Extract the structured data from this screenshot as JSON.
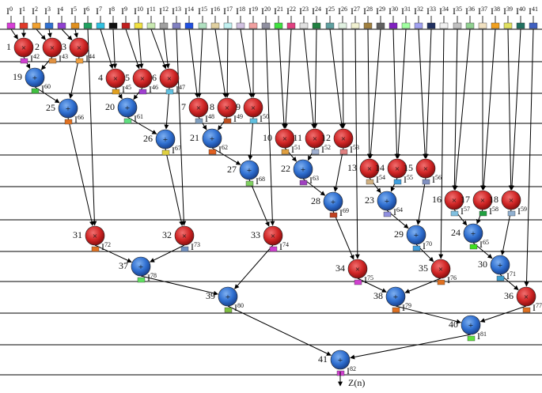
{
  "output_label": "Z(n)",
  "colors": {
    "multiply_node": "#d02525",
    "add_node": "#2f6fd0",
    "wire": "#000000",
    "stage_line": "#000000",
    "inputs": [
      "#d63fd6",
      "#e03a2a",
      "#f0a030",
      "#3070d0",
      "#9040d0",
      "#e09020",
      "#20a060",
      "#30c0e0",
      "#111111",
      "#c02020",
      "#f0e040",
      "#c8e8b0",
      "#a0a0a0",
      "#8080c0",
      "#2050e0",
      "#b0e0c0",
      "#e0d0a0",
      "#c0f0f0",
      "#d0c0e0",
      "#f0a0a0",
      "#9090a0",
      "#40e040",
      "#e04080",
      "#e0e0e0",
      "#208040",
      "#60a0a0",
      "#e0f0e0",
      "#f0f0d0",
      "#a08040",
      "#606060",
      "#8020c0",
      "#a0ffa0",
      "#a0a0f0",
      "#203060",
      "#f0f0f0",
      "#c0c0c0",
      "#90d090",
      "#f0e0c0",
      "#f0a020",
      "#e0e060",
      "#207060",
      "#4060c0",
      "#d040d0",
      "#e09040",
      "#f0a040",
      "#e0a020",
      "#a040d0",
      "#60c0e0",
      "#80a0c0",
      "#c05020",
      "#60c0e0",
      "#e0a040",
      "#a0b0d0",
      "#e08080",
      "#d0b080",
      "#40a0e0",
      "#8090c0",
      "#80c0e0",
      "#20a040",
      "#90b0d0",
      "#40c040",
      "#60e080",
      "#e06020",
      "#a040c0",
      "#9090e0",
      "#40e020",
      "#e07020",
      "#e0d040",
      "#80d060",
      "#c04020",
      "#40a0e0",
      "#40a0d0",
      "#e07020",
      "#7090c0",
      "#d040d0",
      "#d040d0",
      "#e07020",
      "#e07020",
      "#60e060",
      "#e07020",
      "#80c040",
      "#60e040",
      "#d040d0"
    ]
  },
  "nodes": [
    {
      "id": "1",
      "op": "x"
    },
    {
      "id": "2",
      "op": "x"
    },
    {
      "id": "3",
      "op": "x"
    },
    {
      "id": "4",
      "op": "x"
    },
    {
      "id": "5",
      "op": "x"
    },
    {
      "id": "6",
      "op": "x"
    },
    {
      "id": "7",
      "op": "x"
    },
    {
      "id": "8",
      "op": "x"
    },
    {
      "id": "9",
      "op": "x"
    },
    {
      "id": "10",
      "op": "x"
    },
    {
      "id": "11",
      "op": "x"
    },
    {
      "id": "12",
      "op": "x"
    },
    {
      "id": "13",
      "op": "x"
    },
    {
      "id": "14",
      "op": "x"
    },
    {
      "id": "15",
      "op": "x"
    },
    {
      "id": "16",
      "op": "x"
    },
    {
      "id": "17",
      "op": "x"
    },
    {
      "id": "18",
      "op": "x"
    },
    {
      "id": "19",
      "op": "+"
    },
    {
      "id": "20",
      "op": "+"
    },
    {
      "id": "21",
      "op": "+"
    },
    {
      "id": "22",
      "op": "+"
    },
    {
      "id": "23",
      "op": "+"
    },
    {
      "id": "24",
      "op": "+"
    },
    {
      "id": "25",
      "op": "+"
    },
    {
      "id": "26",
      "op": "+"
    },
    {
      "id": "27",
      "op": "+"
    },
    {
      "id": "28",
      "op": "+"
    },
    {
      "id": "29",
      "op": "+"
    },
    {
      "id": "30",
      "op": "+"
    },
    {
      "id": "31",
      "op": "x"
    },
    {
      "id": "32",
      "op": "x"
    },
    {
      "id": "33",
      "op": "x"
    },
    {
      "id": "34",
      "op": "x"
    },
    {
      "id": "35",
      "op": "x"
    },
    {
      "id": "36",
      "op": "x"
    },
    {
      "id": "37",
      "op": "+"
    },
    {
      "id": "38",
      "op": "+"
    },
    {
      "id": "39",
      "op": "+"
    },
    {
      "id": "40",
      "op": "+"
    },
    {
      "id": "41",
      "op": "+"
    }
  ],
  "edges": [
    [
      "I0",
      "1"
    ],
    [
      "I1",
      "1"
    ],
    [
      "I2",
      "2"
    ],
    [
      "I3",
      "2"
    ],
    [
      "I4",
      "3"
    ],
    [
      "I5",
      "3"
    ],
    [
      "1",
      "19"
    ],
    [
      "2",
      "19"
    ],
    [
      "19",
      "25"
    ],
    [
      "3",
      "25"
    ],
    [
      "25",
      "31"
    ],
    [
      "I6",
      "31"
    ],
    [
      "I7",
      "4"
    ],
    [
      "I8",
      "4"
    ],
    [
      "I9",
      "5"
    ],
    [
      "I10",
      "5"
    ],
    [
      "I11",
      "6"
    ],
    [
      "I12",
      "6"
    ],
    [
      "4",
      "20"
    ],
    [
      "5",
      "20"
    ],
    [
      "20",
      "26"
    ],
    [
      "6",
      "26"
    ],
    [
      "26",
      "32"
    ],
    [
      "I13",
      "32"
    ],
    [
      "I14",
      "7"
    ],
    [
      "I15",
      "7"
    ],
    [
      "I16",
      "8"
    ],
    [
      "I17",
      "8"
    ],
    [
      "I18",
      "9"
    ],
    [
      "I19",
      "9"
    ],
    [
      "7",
      "21"
    ],
    [
      "8",
      "21"
    ],
    [
      "21",
      "27"
    ],
    [
      "9",
      "27"
    ],
    [
      "27",
      "33"
    ],
    [
      "I20",
      "33"
    ],
    [
      "I21",
      "10"
    ],
    [
      "I22",
      "10"
    ],
    [
      "I23",
      "11"
    ],
    [
      "I24",
      "11"
    ],
    [
      "I25",
      "12"
    ],
    [
      "I26",
      "12"
    ],
    [
      "10",
      "22"
    ],
    [
      "11",
      "22"
    ],
    [
      "22",
      "28"
    ],
    [
      "12",
      "28"
    ],
    [
      "28",
      "34"
    ],
    [
      "I27",
      "34"
    ],
    [
      "I28",
      "13"
    ],
    [
      "I29",
      "13"
    ],
    [
      "I30",
      "14"
    ],
    [
      "I31",
      "14"
    ],
    [
      "I32",
      "15"
    ],
    [
      "I33",
      "15"
    ],
    [
      "13",
      "23"
    ],
    [
      "14",
      "23"
    ],
    [
      "23",
      "29"
    ],
    [
      "15",
      "29"
    ],
    [
      "29",
      "35"
    ],
    [
      "I34",
      "35"
    ],
    [
      "I35",
      "16"
    ],
    [
      "I36",
      "16"
    ],
    [
      "I37",
      "17"
    ],
    [
      "I38",
      "17"
    ],
    [
      "I39",
      "18"
    ],
    [
      "I40",
      "18"
    ],
    [
      "16",
      "24"
    ],
    [
      "17",
      "24"
    ],
    [
      "24",
      "30"
    ],
    [
      "18",
      "30"
    ],
    [
      "30",
      "36"
    ],
    [
      "I41",
      "36"
    ],
    [
      "31",
      "37"
    ],
    [
      "32",
      "37"
    ],
    [
      "37",
      "39"
    ],
    [
      "33",
      "39"
    ],
    [
      "34",
      "38"
    ],
    [
      "35",
      "38"
    ],
    [
      "38",
      "40"
    ],
    [
      "36",
      "40"
    ],
    [
      "39",
      "41"
    ],
    [
      "40",
      "41"
    ]
  ]
}
